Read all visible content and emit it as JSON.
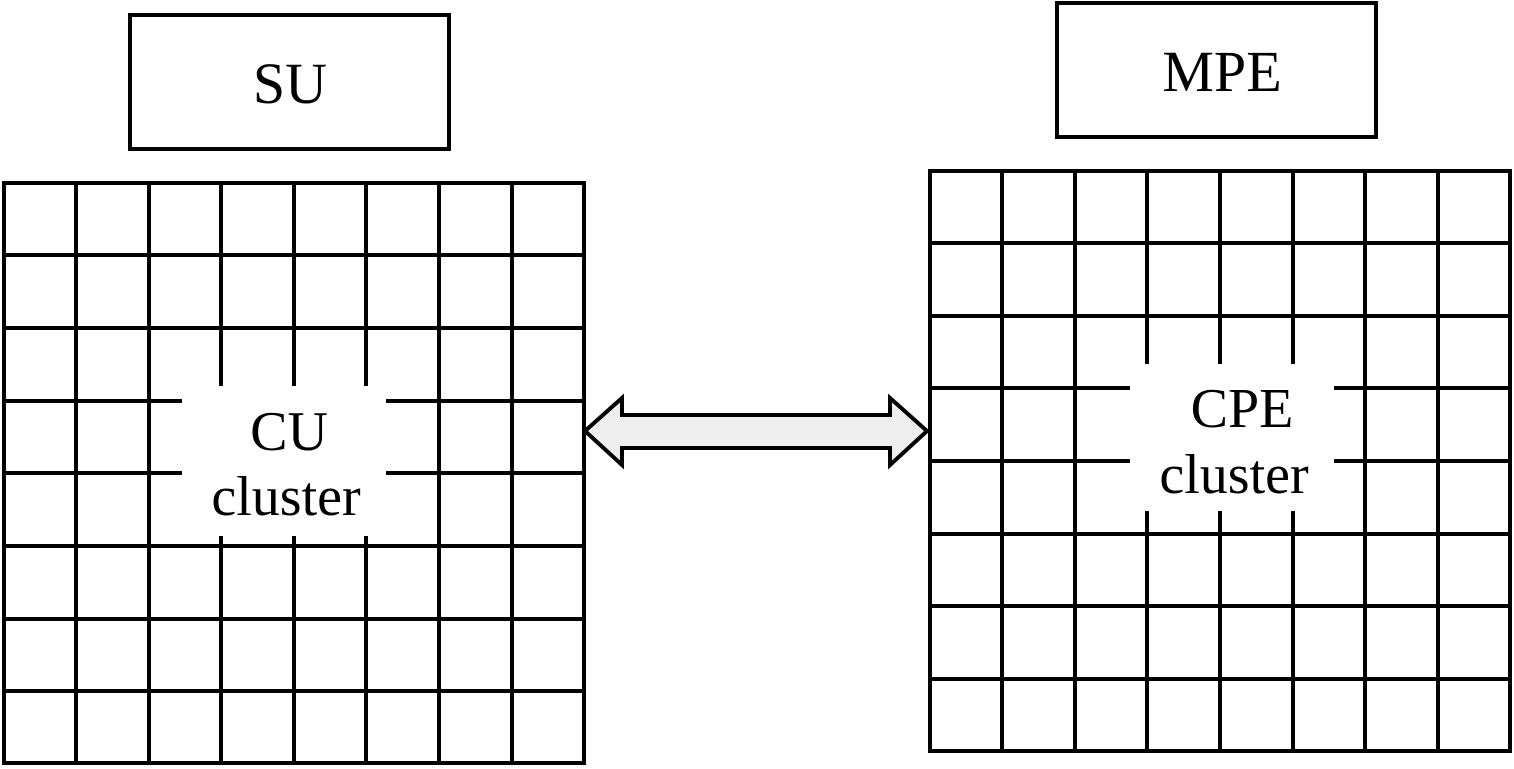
{
  "left_block": {
    "header_label": "SU",
    "center_label_line1": "CU",
    "center_label_line2": "cluster"
  },
  "right_block": {
    "header_label": "MPE",
    "center_label_line1": "CPE",
    "center_label_line2": "cluster"
  },
  "colors": {
    "stroke": "#000000",
    "background": "#ffffff",
    "arrow_fill": "#eeeeee"
  }
}
